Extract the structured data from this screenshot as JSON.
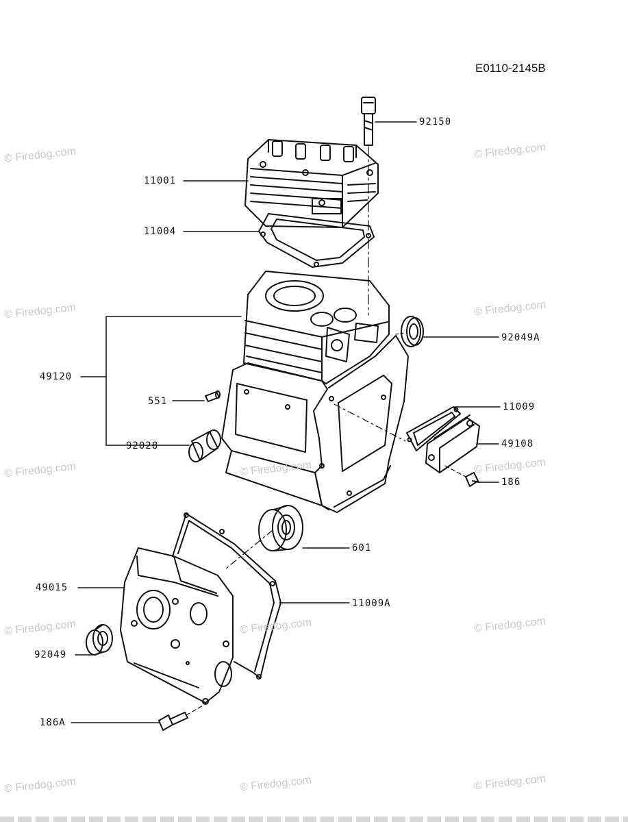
{
  "drawing_code": "E0110-2145B",
  "watermark": "© Firedog.com",
  "parts": {
    "p92150": "92150",
    "p11001": "11001",
    "p11004": "11004",
    "p92049A": "92049A",
    "p49120": "49120",
    "p551": "551",
    "p11009": "11009",
    "p92028": "92028",
    "p49108": "49108",
    "p186": "186",
    "p601": "601",
    "p49015": "49015",
    "p11009A": "11009A",
    "p92049": "92049",
    "p186A": "186A"
  }
}
